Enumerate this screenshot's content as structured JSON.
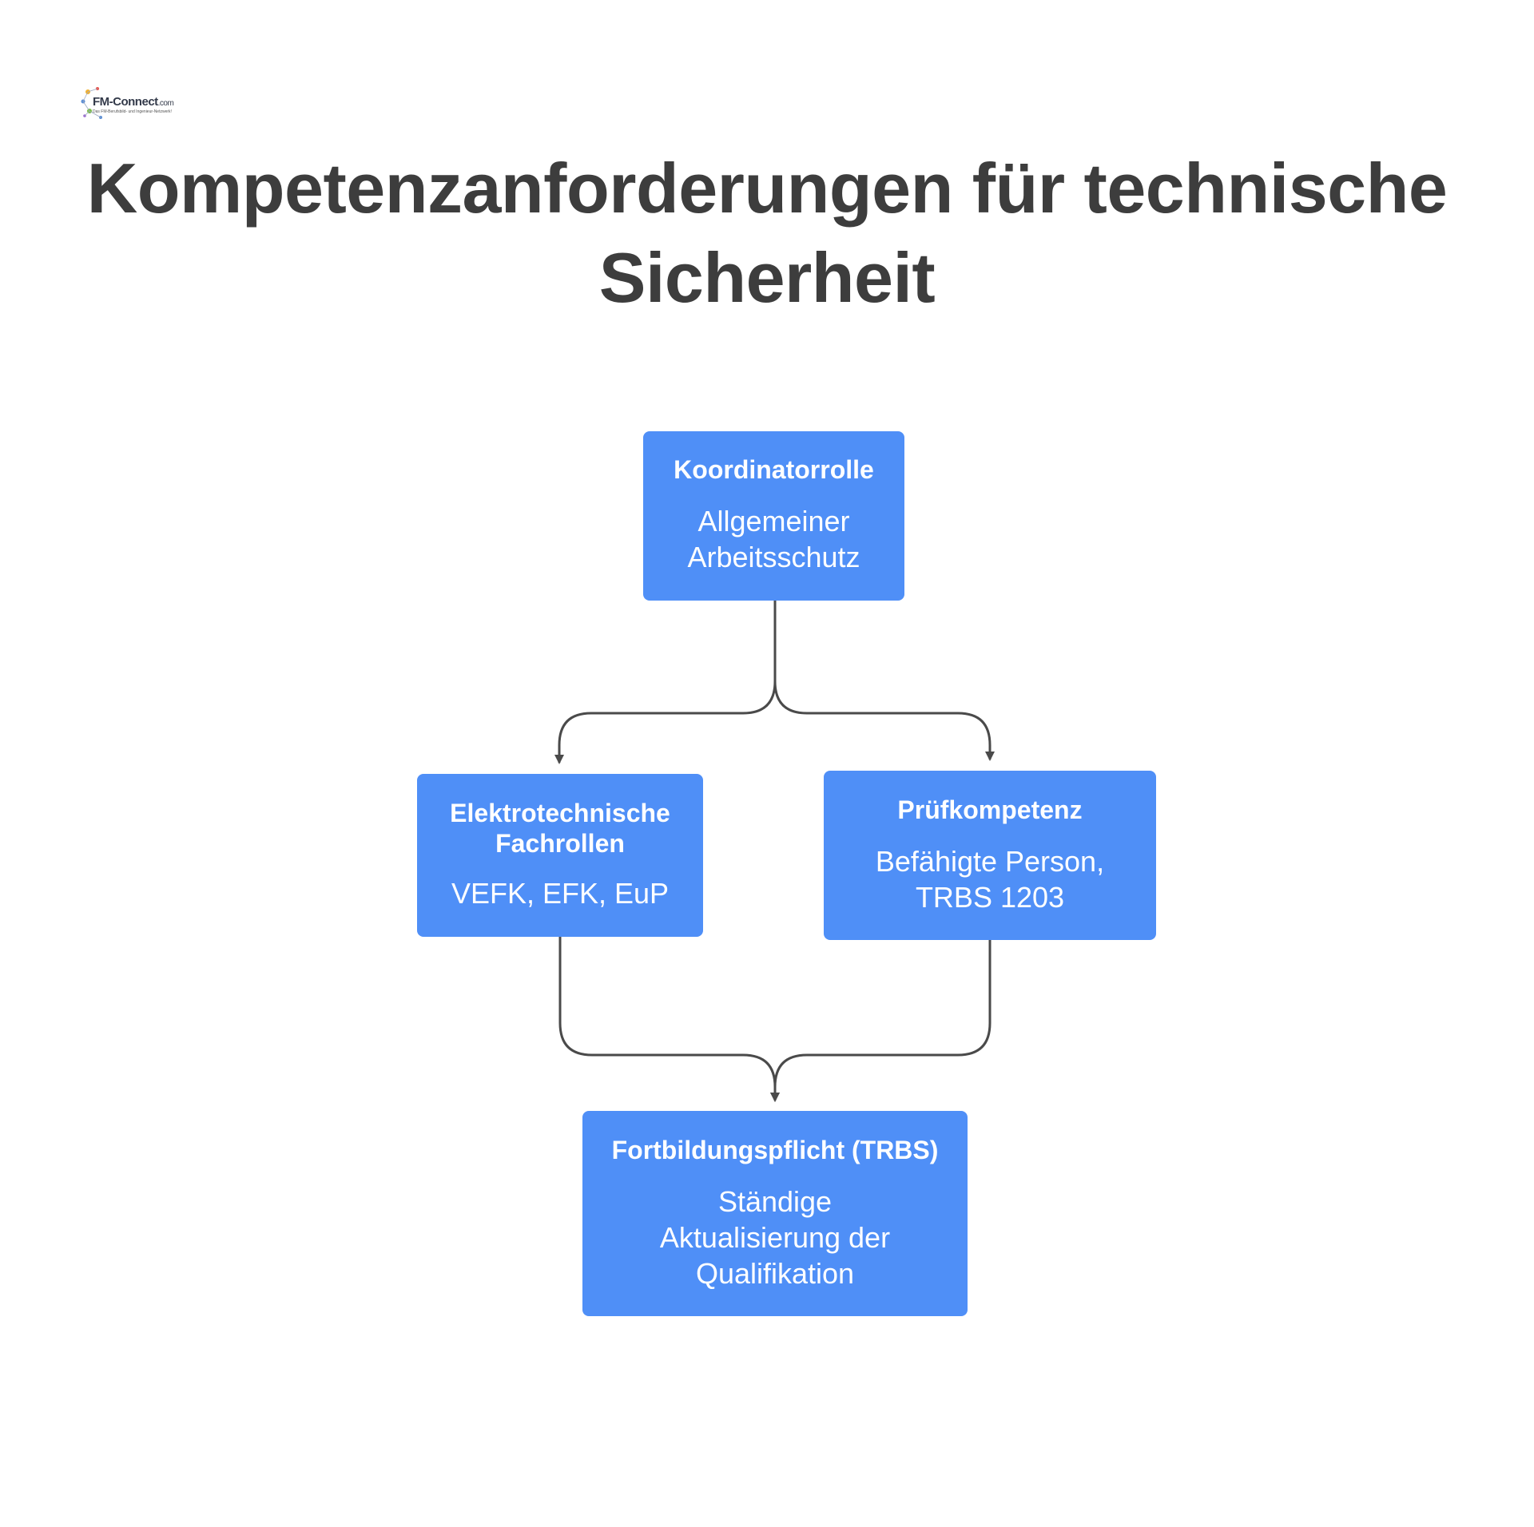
{
  "logo": {
    "name": "FM-Connect",
    "domain": ".com",
    "tagline": "Das FM-Berufsbild- und Ingenieur-Netzwerk!"
  },
  "title": {
    "line1": "Kompetenzanforderungen für technische",
    "line2": "Sicherheit"
  },
  "colors": {
    "node_fill": "#4f8ff7",
    "node_text": "#ffffff",
    "title_text": "#3d3d3d",
    "connector": "#4a4a4a"
  },
  "nodes": {
    "koordinator": {
      "title": "Koordinatorrolle",
      "body": [
        "Allgemeiner",
        "Arbeitsschutz"
      ]
    },
    "elektro": {
      "title": [
        "Elektrotechnische",
        "Fachrollen"
      ],
      "body": [
        "VEFK, EFK, EuP"
      ]
    },
    "pruef": {
      "title": "Prüfkompetenz",
      "body": [
        "Befähigte Person,",
        "TRBS 1203"
      ]
    },
    "fortbildung": {
      "title": "Fortbildungspflicht (TRBS)",
      "body": [
        "Ständige",
        "Aktualisierung der",
        "Qualifikation"
      ]
    }
  },
  "edges": [
    {
      "from": "koordinator",
      "to": "elektro"
    },
    {
      "from": "koordinator",
      "to": "pruef"
    },
    {
      "from": "elektro",
      "to": "fortbildung"
    },
    {
      "from": "pruef",
      "to": "fortbildung"
    }
  ]
}
